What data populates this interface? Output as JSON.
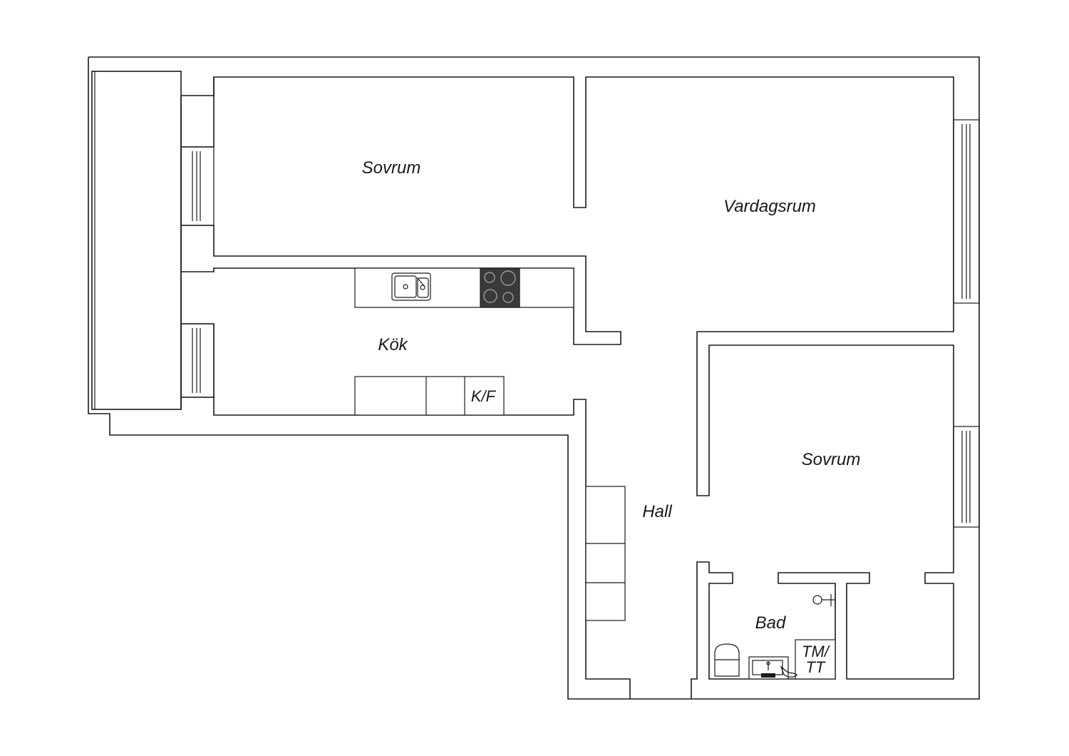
{
  "rooms": {
    "bedroom_1": "Sovrum",
    "living_room": "Vardagsrum",
    "kitchen": "Kök",
    "bedroom_2": "Sovrum",
    "hall": "Hall",
    "bathroom": "Bad"
  },
  "fixtures": {
    "fridge_freezer": "K/F",
    "washer_dryer_line1": "TM/",
    "washer_dryer_line2": "TT"
  }
}
